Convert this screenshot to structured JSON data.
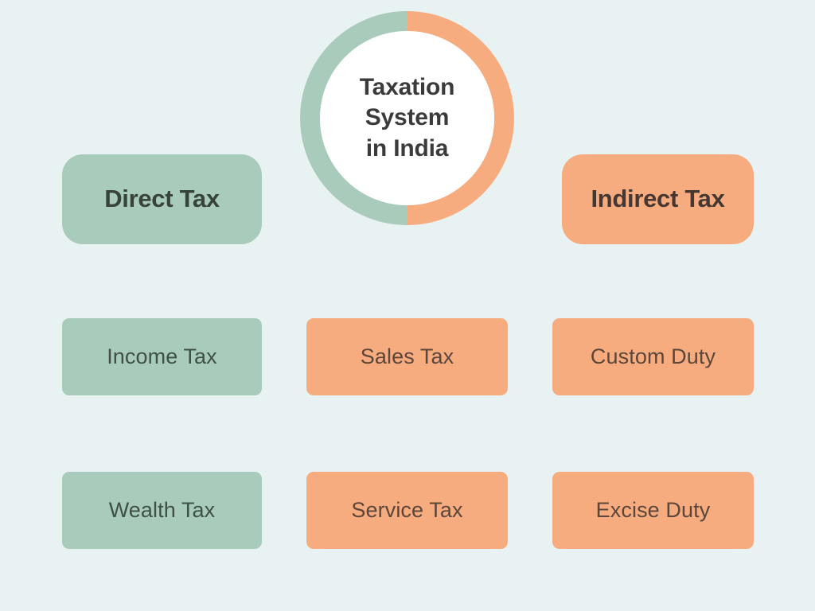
{
  "page": {
    "background_color": "#e9f2f2",
    "title": "Taxation System in India"
  },
  "hub": {
    "title": "Taxation\nSystem\nin India",
    "left_arc_color": "#a8cbbc",
    "right_arc_color": "#f7ac80",
    "center_color": "#ffffff",
    "text_color": "#3b3b3b"
  },
  "branches": {
    "direct": {
      "label": "Direct Tax",
      "color": "#a8cbbc",
      "text_color": "#37433b"
    },
    "indirect": {
      "label": "Indirect Tax",
      "color": "#f7ac80",
      "text_color": "#453833"
    }
  },
  "leaves": {
    "income_tax": {
      "label": "Income Tax",
      "color": "#a8cbbc"
    },
    "wealth_tax": {
      "label": "Wealth Tax",
      "color": "#a8cbbc"
    },
    "sales_tax": {
      "label": "Sales Tax",
      "color": "#f7ac80"
    },
    "service_tax": {
      "label": "Service Tax",
      "color": "#f7ac80"
    },
    "custom_duty": {
      "label": "Custom Duty",
      "color": "#f7ac80"
    },
    "excise_duty": {
      "label": "Excise Duty",
      "color": "#f7ac80"
    }
  },
  "chart_data": {
    "type": "diagram",
    "title": "Taxation System in India",
    "structure": "two-branch hierarchy",
    "nodes": [
      {
        "id": "root",
        "label": "Taxation System in India",
        "level": 0,
        "shape": "donut",
        "colors": [
          "#a8cbbc",
          "#f7ac80"
        ]
      },
      {
        "id": "direct",
        "label": "Direct Tax",
        "level": 1,
        "parent": "root",
        "color": "#a8cbbc"
      },
      {
        "id": "indirect",
        "label": "Indirect Tax",
        "level": 1,
        "parent": "root",
        "color": "#f7ac80"
      },
      {
        "id": "income-tax",
        "label": "Income Tax",
        "level": 2,
        "parent": "direct",
        "color": "#a8cbbc"
      },
      {
        "id": "wealth-tax",
        "label": "Wealth Tax",
        "level": 2,
        "parent": "direct",
        "color": "#a8cbbc"
      },
      {
        "id": "sales-tax",
        "label": "Sales Tax",
        "level": 2,
        "parent": "indirect",
        "color": "#f7ac80"
      },
      {
        "id": "service-tax",
        "label": "Service Tax",
        "level": 2,
        "parent": "indirect",
        "color": "#f7ac80"
      },
      {
        "id": "custom-duty",
        "label": "Custom Duty",
        "level": 2,
        "parent": "indirect",
        "color": "#f7ac80"
      },
      {
        "id": "excise-duty",
        "label": "Excise Duty",
        "level": 2,
        "parent": "indirect",
        "color": "#f7ac80"
      }
    ]
  }
}
